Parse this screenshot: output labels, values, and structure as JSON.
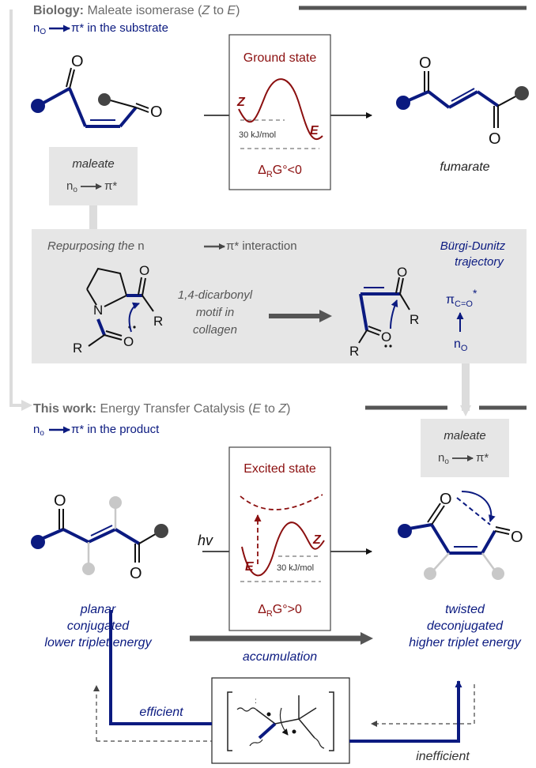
{
  "colors": {
    "navy": "#0b1a80",
    "darkred": "#8b0f0f",
    "panel_gray": "#e6e6e6",
    "dark_gray": "#555555",
    "light_gray": "#c8c8c8"
  },
  "top": {
    "heading_bold": "Biology:",
    "heading_rest": " Maleate isomerase (",
    "heading_z": "Z",
    "heading_to": " to ",
    "heading_e": "E",
    "heading_close": ")",
    "interaction_n": "n",
    "interaction_sub": "O",
    "interaction_rest": " π* in the substrate"
  },
  "ground_box": {
    "title": "Ground state",
    "z_label": "Z",
    "e_label": "E",
    "energy": "30 kJ/mol",
    "delta_d": "Δ",
    "delta_sub": "R",
    "delta_rest": "G°<0"
  },
  "maleate_top": {
    "name": "maleate",
    "n": "n",
    "sub": "o",
    "pi": "π*"
  },
  "fumarate_label": "fumarate",
  "middle": {
    "heading_italic": "Repurposing the ",
    "heading_n": "n ",
    "heading_rest": " π* interaction",
    "bd_line1": "Bürgi-Dunitz",
    "bd_line2": "trajectory",
    "motif_line1": "1,4-dicarbonyl",
    "motif_line2": "motif in",
    "motif_line3": "collagen",
    "pi_label": "π",
    "pi_sub": "C=O",
    "pi_sup": "*",
    "n_label": "n",
    "n_sub": "O",
    "atom_n": "N",
    "atom_r": "R",
    "atom_o": "O"
  },
  "bottom": {
    "heading_bold": "This work:",
    "heading_rest": " Energy Transfer Catalysis (",
    "heading_e": "E",
    "heading_to": " to ",
    "heading_z": "Z",
    "heading_close": ")",
    "interaction_n": "n",
    "interaction_sub": "o",
    "interaction_rest": " π* in the product"
  },
  "maleate_bottom": {
    "name": "maleate",
    "n": "n",
    "sub": "o",
    "pi": "π*"
  },
  "excited_box": {
    "title": "Excited state",
    "z_label": "Z",
    "e_label": "E",
    "energy": "30 kJ/mol",
    "delta_d": "Δ",
    "delta_sub": "R",
    "delta_rest": "G°>0"
  },
  "hv": "hv",
  "left_caption": [
    "planar",
    "conjugated",
    "lower triplet energy"
  ],
  "right_caption": [
    "twisted",
    "deconjugated",
    "higher triplet energy"
  ],
  "accumulation": "accumulation",
  "efficient": "efficient",
  "inefficient": "inefficient",
  "atom_o": "O"
}
